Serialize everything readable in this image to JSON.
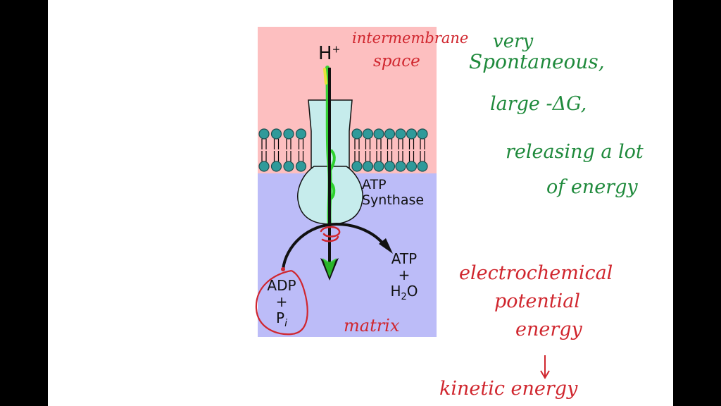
{
  "diagram": {
    "h_plus": "H",
    "h_plus_sup": "+",
    "synthase_label_line1": "ATP",
    "synthase_label_line2": "Synthase",
    "adp": "ADP",
    "plus1": "+",
    "pi": "P",
    "pi_sub": "i",
    "atp": "ATP",
    "plus2": "+",
    "h2o_h": "H",
    "h2o_sub": "2",
    "h2o_o": "O"
  },
  "annotations": {
    "intermembrane_line1": "intermembrane",
    "intermembrane_line2": "space",
    "matrix": "matrix",
    "green_notes": [
      "very",
      "Spontaneous,",
      "large  -ΔG,",
      "releasing a lot",
      "of energy"
    ],
    "red_notes": [
      "electrochemical",
      "potential",
      "energy",
      "↓",
      "kinetic energy"
    ]
  },
  "colors": {
    "intermembrane_bg": "#fdbfc0",
    "matrix_bg": "#bcbcf8",
    "synthase_fill": "#c6ecec",
    "lipid_head": "#2f9a9a",
    "green_ink": "#1f8a3c",
    "red_ink": "#d0262e",
    "highlight_green": "#2ed12e"
  }
}
